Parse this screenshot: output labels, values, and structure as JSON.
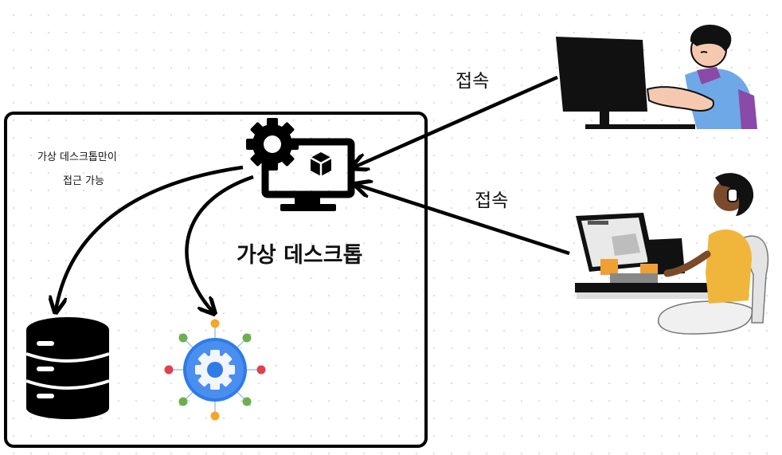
{
  "diagram": {
    "note": {
      "line1": "가상 데스크톱만이",
      "line2": "접근 가능"
    },
    "vdi_label": "가상 데스크톱",
    "connection_labels": {
      "top": "접속",
      "bottom": "접속"
    },
    "icons": [
      "gear-monitor-icon",
      "cube-icon",
      "database-icon",
      "settings-service-icon",
      "user-at-computer-illustration",
      "user-with-headset-illustration"
    ],
    "colors": {
      "stroke": "#000000",
      "gear_blue": "#2e7be8",
      "gear_light_blue": "#4a8ff0",
      "dot_orange": "#f5a623",
      "dot_green": "#6fae4f",
      "dot_red": "#e0404f",
      "shirt_blue": "#6fa8e6",
      "shirt_purple": "#8a4aa8",
      "shirt_yellow": "#f0b63c"
    }
  }
}
